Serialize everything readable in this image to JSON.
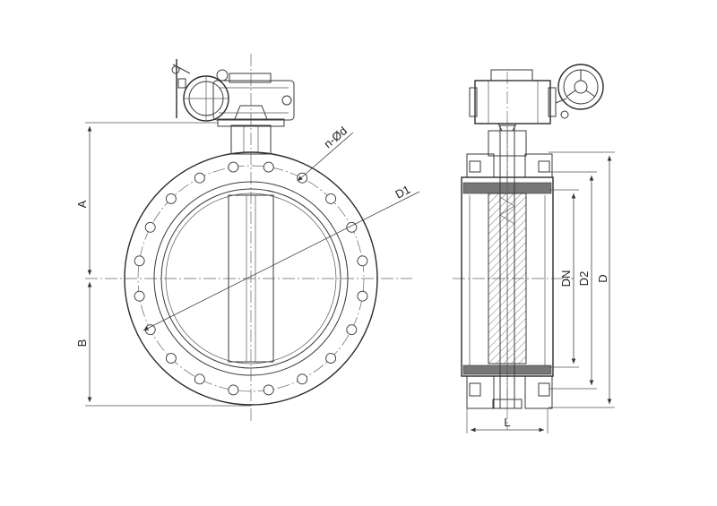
{
  "drawing": {
    "labels": {
      "a": "A",
      "b": "B",
      "holes": "n-Ød",
      "d1": "D1",
      "dn": "DN",
      "d2": "D2",
      "d": "D",
      "l": "L"
    },
    "colors": {
      "line": "#3a3a3a",
      "background": "#ffffff",
      "seal": "#777777"
    },
    "icons": [
      "handwheel-icon"
    ]
  }
}
